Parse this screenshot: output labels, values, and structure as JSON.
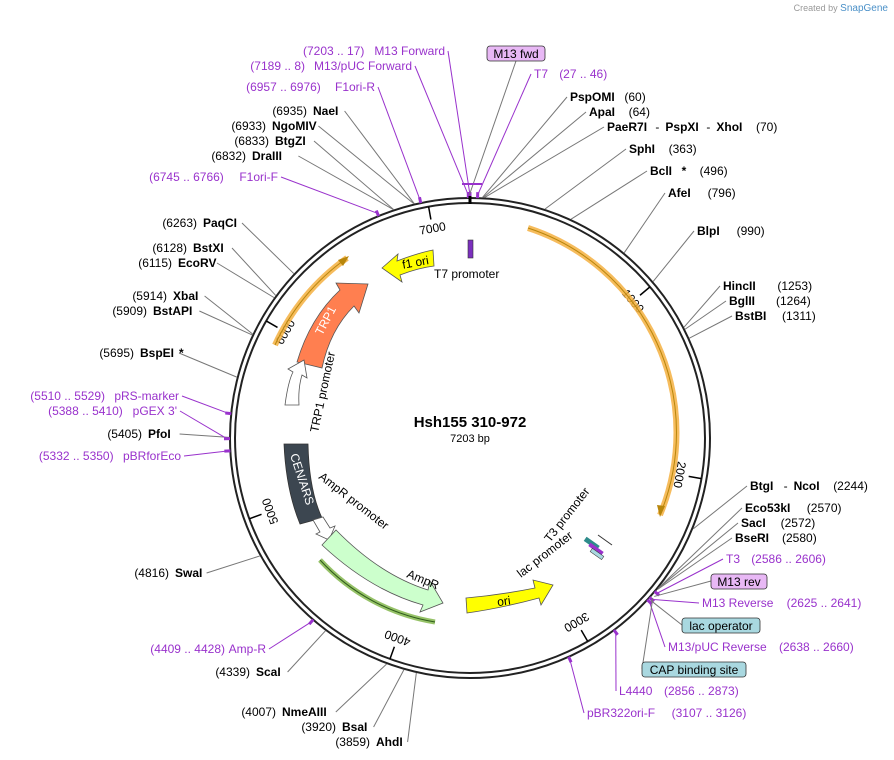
{
  "credit": {
    "created_by": "Created by",
    "brand": "SnapGene"
  },
  "plasmid": {
    "name": "Hsh155 310-972",
    "size_label": "7203 bp"
  },
  "ticks": [
    "1000",
    "2000",
    "3000",
    "4000",
    "5000",
    "6000",
    "7000"
  ],
  "enzymes": [
    {
      "name": "PspOMI",
      "pos": "(60)"
    },
    {
      "name": "ApaI",
      "pos": "(64)"
    },
    {
      "name": "PaeR7I",
      "sep1": "-",
      "name2": "PspXI",
      "sep2": "-",
      "name3": "XhoI",
      "pos": "(70)"
    },
    {
      "name": "SphI",
      "pos": "(363)"
    },
    {
      "name": "BclI",
      "star": "*",
      "pos": "(496)"
    },
    {
      "name": "AfeI",
      "pos": "(796)"
    },
    {
      "name": "BlpI",
      "pos": "(990)"
    },
    {
      "name": "HincII",
      "pos": "(1253)"
    },
    {
      "name": "BglII",
      "pos": "(1264)"
    },
    {
      "name": "BstBI",
      "pos": "(1311)"
    },
    {
      "name": "BtgI",
      "sep1": "-",
      "name2": "NcoI",
      "pos": "(2244)"
    },
    {
      "name": "Eco53kI",
      "pos": "(2570)"
    },
    {
      "name": "SacI",
      "pos": "(2572)"
    },
    {
      "name": "BseRI",
      "pos": "(2580)"
    },
    {
      "name": "AhdI",
      "pos": "(3859)"
    },
    {
      "name": "BsaI",
      "pos": "(3920)"
    },
    {
      "name": "NmeAIII",
      "pos": "(4007)"
    },
    {
      "name": "ScaI",
      "pos": "(4339)"
    },
    {
      "name": "SwaI",
      "pos": "(4816)"
    },
    {
      "name": "PfoI",
      "pos": "(5405)"
    },
    {
      "name": "BspEI",
      "star": "*",
      "pos": "(5695)"
    },
    {
      "name": "BstAPI",
      "pos": "(5909)"
    },
    {
      "name": "XbaI",
      "pos": "(5914)"
    },
    {
      "name": "EcoRV",
      "pos": "(6115)"
    },
    {
      "name": "BstXI",
      "pos": "(6128)"
    },
    {
      "name": "PaqCI",
      "pos": "(6263)"
    },
    {
      "name": "DraIII",
      "pos": "(6832)"
    },
    {
      "name": "BtgZI",
      "pos": "(6833)"
    },
    {
      "name": "NgoMIV",
      "pos": "(6933)"
    },
    {
      "name": "NaeI",
      "pos": "(6935)"
    }
  ],
  "primers": [
    {
      "name": "M13 Forward",
      "range": "(7203 .. 17)"
    },
    {
      "name": "M13/pUC Forward",
      "range": "(7189 .. 8)"
    },
    {
      "name": "F1ori-R",
      "range": "(6957 .. 6976)"
    },
    {
      "name": "F1ori-F",
      "range": "(6745 .. 6766)"
    },
    {
      "name": "T7",
      "range": "(27 .. 46)"
    },
    {
      "name": "T3",
      "range": "(2586 .. 2606)"
    },
    {
      "name": "M13 Reverse",
      "range": "(2625 .. 2641)"
    },
    {
      "name": "M13/pUC Reverse",
      "range": "(2638 .. 2660)"
    },
    {
      "name": "L4440",
      "range": "(2856 .. 2873)"
    },
    {
      "name": "pBR322ori-F",
      "range": "(3107 .. 3126)"
    },
    {
      "name": "Amp-R",
      "range": "(4409 .. 4428)"
    },
    {
      "name": "pBRforEco",
      "range": "(5332 .. 5350)"
    },
    {
      "name": "pGEX 3'",
      "range": "(5388 .. 5410)"
    },
    {
      "name": "pRS-marker",
      "range": "(5510 .. 5529)"
    }
  ],
  "boxed": [
    {
      "name": "M13 fwd"
    },
    {
      "name": "M13 rev"
    },
    {
      "name": "lac operator"
    },
    {
      "name": "CAP binding site"
    }
  ],
  "features": {
    "f1ori": "f1 ori",
    "t7promoter": "T7 promoter",
    "trp1": "TRP1",
    "trp1promoter": "TRP1 promoter",
    "cenars": "CEN/ARS",
    "amprpromoter": "AmpR promoter",
    "ampr": "AmpR",
    "ori": "ori",
    "lacpromoter": "lac promoter",
    "t3promoter": "T3 promoter"
  },
  "colors": {
    "primer": "#9932CC",
    "f1ori": "#FFFF00",
    "trp1": "#FF7F50",
    "cenars": "#3C4650",
    "ampr": "#CCFFCC",
    "ori": "#FFFF00",
    "orf": "#F5B041",
    "lac_box": "#A9D8E0",
    "primer_box": "#E8B8F5"
  }
}
